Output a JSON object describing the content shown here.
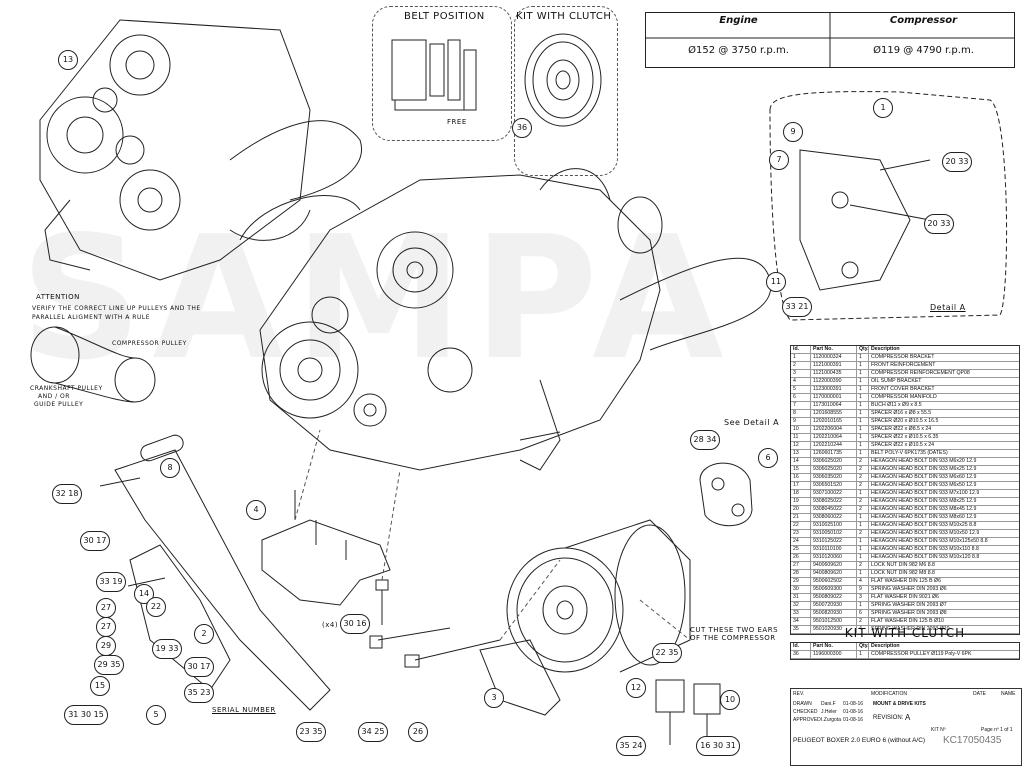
{
  "header": {
    "belt_position": "BELT POSITION",
    "kit_with_clutch_top": "KIT WITH CLUTCH",
    "free": "FREE"
  },
  "speed_table": {
    "engine_head": "Engine",
    "compressor_head": "Compressor",
    "engine_value": "Ø152 @ 3750 r.p.m.",
    "compressor_value": "Ø119 @ 4790 r.p.m."
  },
  "attention": {
    "title": "ATTENTION",
    "line1": "VERIFY THE CORRECT LINE UP PULLEYS AND THE",
    "line2": "PARALLEL ALIGMENT WITH A RULE",
    "compressor_pulley": "COMPRESSOR PULLEY",
    "crankshaft_1": "CRANKSHAFT PULLEY",
    "crankshaft_2": "AND / OR",
    "crankshaft_3": "GUIDE PULLEY"
  },
  "notes": {
    "detail_a": "Detail A",
    "see_detail_a": "See Detail A",
    "cut_ears_1": "CUT THESE TWO EARS",
    "cut_ears_2": "OF THE COMPRESSOR",
    "serial_number": "SERIAL NUMBER",
    "x4": "(x4)"
  },
  "callouts": [
    {
      "id": "c13",
      "text": "13"
    },
    {
      "id": "c36",
      "text": "36"
    },
    {
      "id": "c1",
      "text": "1"
    },
    {
      "id": "c9",
      "text": "9"
    },
    {
      "id": "c7",
      "text": "7"
    },
    {
      "id": "c2033a",
      "text": "20 33"
    },
    {
      "id": "c2033b",
      "text": "20 33"
    },
    {
      "id": "c11",
      "text": "11"
    },
    {
      "id": "c3321",
      "text": "33 21"
    },
    {
      "id": "c8",
      "text": "8"
    },
    {
      "id": "c3218",
      "text": "32 18"
    },
    {
      "id": "c3017",
      "text": "30 17"
    },
    {
      "id": "c4",
      "text": "4"
    },
    {
      "id": "c2834",
      "text": "28 34"
    },
    {
      "id": "c6",
      "text": "6"
    },
    {
      "id": "c3319",
      "text": "33 19"
    },
    {
      "id": "c14",
      "text": "14"
    },
    {
      "id": "c22",
      "text": "22"
    },
    {
      "id": "c27a",
      "text": "27"
    },
    {
      "id": "c27b",
      "text": "27"
    },
    {
      "id": "c29",
      "text": "29"
    },
    {
      "id": "c2935",
      "text": "29 35"
    },
    {
      "id": "c1933",
      "text": "19 33"
    },
    {
      "id": "c3016",
      "text": "30 16"
    },
    {
      "id": "c2",
      "text": "2"
    },
    {
      "id": "c3017b",
      "text": "30 17"
    },
    {
      "id": "c15",
      "text": "15"
    },
    {
      "id": "c3523",
      "text": "35 23"
    },
    {
      "id": "c2235",
      "text": "22 35"
    },
    {
      "id": "c3",
      "text": "3"
    },
    {
      "id": "c12",
      "text": "12"
    },
    {
      "id": "c10",
      "text": "10"
    },
    {
      "id": "c313015",
      "text": "31 30 15"
    },
    {
      "id": "c5",
      "text": "5"
    },
    {
      "id": "c2335",
      "text": "23 35"
    },
    {
      "id": "c3425",
      "text": "34 25"
    },
    {
      "id": "c26",
      "text": "26"
    },
    {
      "id": "c3524",
      "text": "35 24"
    },
    {
      "id": "c163031",
      "text": "16 30 31"
    }
  ],
  "parts_list": {
    "headers": [
      "Id.",
      "Part No.",
      "Qty.",
      "Description"
    ],
    "rows": [
      [
        "1",
        "1120000324",
        "1",
        "COMPRESSOR BRACKET"
      ],
      [
        "2",
        "1121000391",
        "1",
        "FRONT REINFORCEMENT"
      ],
      [
        "3",
        "1121000435",
        "1",
        "COMPRESSOR REINFORCEMENT QP08"
      ],
      [
        "4",
        "1122000390",
        "1",
        "OIL SUMP BRACKET"
      ],
      [
        "5",
        "1123000391",
        "1",
        "FRONT COVER BRACKET"
      ],
      [
        "6",
        "1170000001",
        "1",
        "COMPRESSOR MANIFOLD"
      ],
      [
        "7",
        "1173010064",
        "1",
        "BUCH Ø11 x Ø9 x 8.5"
      ],
      [
        "8",
        "1201608555",
        "1",
        "SPACER Ø16 x Ø8 x 55.5"
      ],
      [
        "9",
        "1202010165",
        "1",
        "SPACER Ø20 x Ø10.5 x 16.5"
      ],
      [
        "10",
        "1202206004",
        "1",
        "SPACER Ø22 x Ø8.5 x 24"
      ],
      [
        "11",
        "1202210064",
        "1",
        "SPACER Ø22 x Ø10.5 x 6.35"
      ],
      [
        "12",
        "1202210244",
        "1",
        "SPACER Ø22 x Ø10.5 x 24"
      ],
      [
        "13",
        "1260601735",
        "1",
        "BELT POLY-V 6PK1735 (DATES)"
      ],
      [
        "14",
        "9306025020",
        "2",
        "HEXAGON HEAD BOLT DIN 933 M6x20 12.9"
      ],
      [
        "15",
        "9306025020",
        "2",
        "HEXAGON HEAD BOLT DIN 933 M6x25 12.9"
      ],
      [
        "16",
        "9306035020",
        "2",
        "HEXAGON HEAD BOLT DIN 933 M6x60 12.9"
      ],
      [
        "17",
        "9306501520",
        "2",
        "HEXAGON HEAD BOLT DIN 933 M6x50 12.9"
      ],
      [
        "18",
        "9307100022",
        "1",
        "HEXAGON HEAD BOLT DIN 933 M7x100 12.9"
      ],
      [
        "19",
        "9308025022",
        "2",
        "HEXAGON HEAD BOLT DIN 933 M8x25 12.9"
      ],
      [
        "20",
        "9308045022",
        "2",
        "HEXAGON HEAD BOLT DIN 933 M8x45 12.9"
      ],
      [
        "21",
        "9308060022",
        "1",
        "HEXAGON HEAD BOLT DIN 933 M8x60 12.9"
      ],
      [
        "22",
        "9310025100",
        "1",
        "HEXAGON HEAD BOLT DIN 933 M10x25 8.8"
      ],
      [
        "23",
        "9310050102",
        "2",
        "HEXAGON HEAD BOLT DIN 933 M10x50 12.9"
      ],
      [
        "24",
        "9310125022",
        "1",
        "HEXAGON HEAD BOLT DIN 933 M10x125x50 8.8"
      ],
      [
        "25",
        "9310110100",
        "1",
        "HEXAGON HEAD BOLT DIN 933 M10x110 8.8"
      ],
      [
        "26",
        "9310120060",
        "1",
        "HEXAGON HEAD BOLT DIN 933 M10x120 8.8"
      ],
      [
        "27",
        "9400609620",
        "2",
        "LOCK NUT DIN 982 M6 8.8"
      ],
      [
        "28",
        "9400809620",
        "1",
        "LOCK NUT DIN 982 M8 8.8"
      ],
      [
        "29",
        "9500602502",
        "4",
        "FLAT WASHER DIN 125 B Ø6"
      ],
      [
        "30",
        "9500609300",
        "9",
        "SPRING WASHER DIN 2093 Ø6"
      ],
      [
        "31",
        "9500809022",
        "3",
        "FLAT WASHER DIN 9021 Ø6"
      ],
      [
        "32",
        "9500720930",
        "1",
        "SPRING WASHER DIN 2093 Ø7"
      ],
      [
        "33",
        "9500820930",
        "6",
        "SPRING WASHER DIN 2093 Ø8"
      ],
      [
        "34",
        "9501012500",
        "2",
        "FLAT WASHER DIN 125 B Ø10"
      ],
      [
        "35",
        "9501020930",
        "4",
        "SPRING WASHER DIN 2093 Ø10"
      ]
    ]
  },
  "kit_with_clutch": {
    "title": "KIT WITH CLUTCH",
    "row": [
      "36",
      "1196000300",
      "1",
      "COMPRESSOR PULLEY Ø119 Poly-V 6PK"
    ]
  },
  "title_block": {
    "rev": "REV.",
    "modification": "MODIFICATION",
    "date": "DATE",
    "name": "NAME",
    "drawn": "DRAWN",
    "checked": "CHECKED",
    "approved": "APPROVED",
    "drawn_name": "Dani.F",
    "checked_name": "J.Heler",
    "approved_name": "I.Zurgota",
    "drawn_date": "01-08-16",
    "checked_date": "01-08-16",
    "approved_date": "01-08-16",
    "mount_drive": "MOUNT & DRIVE KITS",
    "revision_label": "REVISION:",
    "revision": "A",
    "kit_label": "KIT Nº",
    "sheet": "Page nº 1 of 1",
    "kit_number": "KC17050435",
    "model": "PEUGEOT BOXER 2.0 EURO 6 (without A/C)"
  },
  "watermark": "SAMPA"
}
